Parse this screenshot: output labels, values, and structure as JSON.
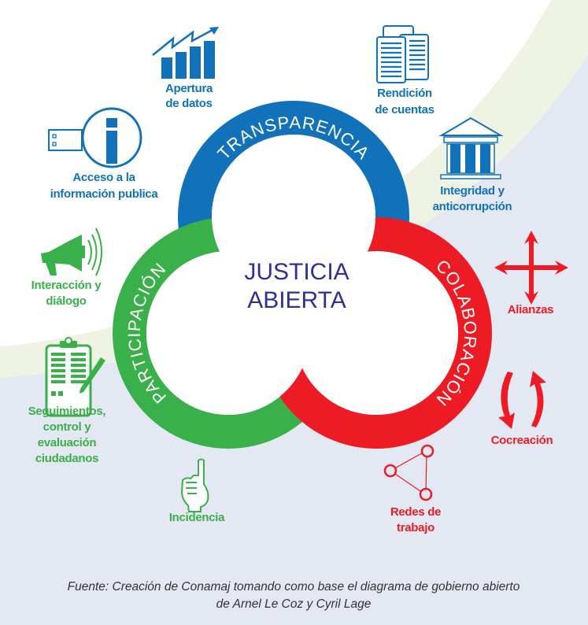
{
  "colors": {
    "transparencia": "#1172b9",
    "participacion": "#39b04a",
    "colaboracion": "#ed1c24",
    "center_text": "#2e3192"
  },
  "center": {
    "line1": "JUSTICIA",
    "line2": "ABIERTA"
  },
  "pillars": {
    "transparencia": "TRANSPARENCIA",
    "participacion": "PARTICIPACIÓN",
    "colaboracion": "COLABORACIÓN"
  },
  "items": {
    "apertura": {
      "line1": "Apertura",
      "line2": "de datos",
      "icon": "bar-chart-growth-icon"
    },
    "rendicion": {
      "line1": "Rendición",
      "line2": "de cuentas",
      "icon": "documents-icon"
    },
    "acceso": {
      "line1": "Acceso a la",
      "line2": "información publica",
      "icon": "info-usb-icon"
    },
    "integridad": {
      "line1": "Integridad y",
      "line2": "anticorrupción",
      "icon": "institution-building-icon"
    },
    "interaccion": {
      "line1": "Interacción y",
      "line2": "diálogo",
      "icon": "megaphone-icon"
    },
    "seguimientos": {
      "line1": "Seguimientos,",
      "line2": "control y",
      "line3": "evaluación",
      "line4": "ciudadanos",
      "icon": "clipboard-icon"
    },
    "incidencia": {
      "line1": "Incidencia",
      "icon": "pointing-hand-icon"
    },
    "redes": {
      "line1": "Redes de",
      "line2": "trabajo",
      "icon": "network-icon"
    },
    "alianzas": {
      "line1": "Alianzas",
      "icon": "four-way-arrow-icon"
    },
    "cocreacion": {
      "line1": "Cocreación",
      "icon": "cycle-arrows-icon"
    }
  },
  "footer": {
    "line1": "Fuente: Creación de Conamaj tomando como base el diagrama de gobierno abierto",
    "line2": "de Arnel Le Coz y Cyril Lage"
  }
}
